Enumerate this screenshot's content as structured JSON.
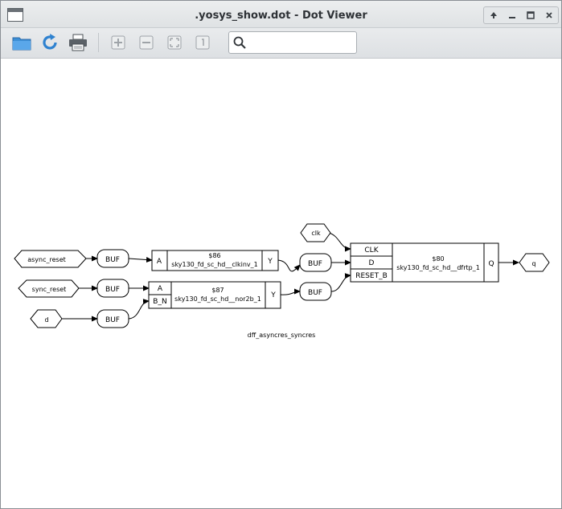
{
  "window": {
    "title": ".yosys_show.dot - Dot Viewer"
  },
  "search": {
    "placeholder": "",
    "value": ""
  },
  "graph": {
    "caption": "dff_asyncres_syncres",
    "ports": {
      "async_reset": "async_reset",
      "sync_reset": "sync_reset",
      "d": "d",
      "clk": "clk",
      "q": "q"
    },
    "buf_label": "BUF",
    "clkinv": {
      "id": "$86",
      "type": "sky130_fd_sc_hd__clkinv_1",
      "in": "A",
      "out": "Y"
    },
    "nor2b": {
      "id": "$87",
      "type": "sky130_fd_sc_hd__nor2b_1",
      "in_a": "A",
      "in_b": "B_N",
      "out": "Y"
    },
    "dfrtp": {
      "id": "$80",
      "type": "sky130_fd_sc_hd__dfrtp_1",
      "clk": "CLK",
      "d": "D",
      "reset": "RESET_B",
      "out": "Q"
    }
  },
  "colors": {
    "edge": "#000000",
    "node_fill": "#ffffff"
  }
}
